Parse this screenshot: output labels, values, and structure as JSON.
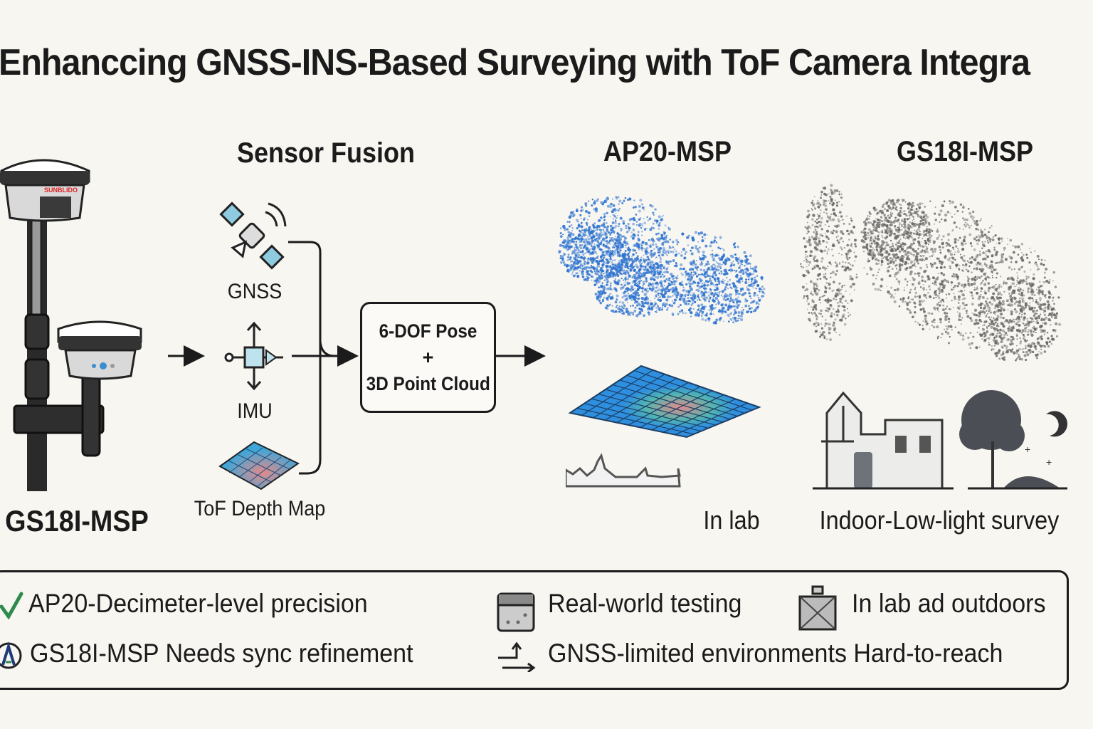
{
  "title": "Enhanccing GNSS-INS-Based Surveying with ToF Camera Integra",
  "device": {
    "label": "GS18I-MSP"
  },
  "fusion": {
    "heading": "Sensor Fusion",
    "inputs": [
      {
        "label": "GNSS"
      },
      {
        "label": "IMU"
      },
      {
        "label": "ToF Depth Map"
      }
    ],
    "output_lines": [
      "6-DOF Pose",
      "+",
      "3D Point Cloud"
    ]
  },
  "results": [
    {
      "heading": "AP20-MSP",
      "caption": "In lab",
      "cloud_color": "#2f74d0"
    },
    {
      "heading": "GS18I-MSP",
      "caption": "Indoor-Low-light survey",
      "cloud_color": "#6b6b6b"
    }
  ],
  "summary": {
    "items": [
      {
        "icon": "check-icon",
        "text": "AP20-Decimeter-level precision"
      },
      {
        "icon": "calendar-icon",
        "text": "Real-world testing"
      },
      {
        "icon": "box-icon",
        "text": "In lab ad outdoors"
      },
      {
        "icon": "a-circle-icon",
        "text": "GS18I-MSP Needs sync refinement"
      },
      {
        "icon": "route-arrow-icon",
        "text": "GNSS-limited environments Hard-to-reach"
      }
    ]
  },
  "colors": {
    "check": "#2e8b4e",
    "accent_blue": "#2f74d0"
  }
}
